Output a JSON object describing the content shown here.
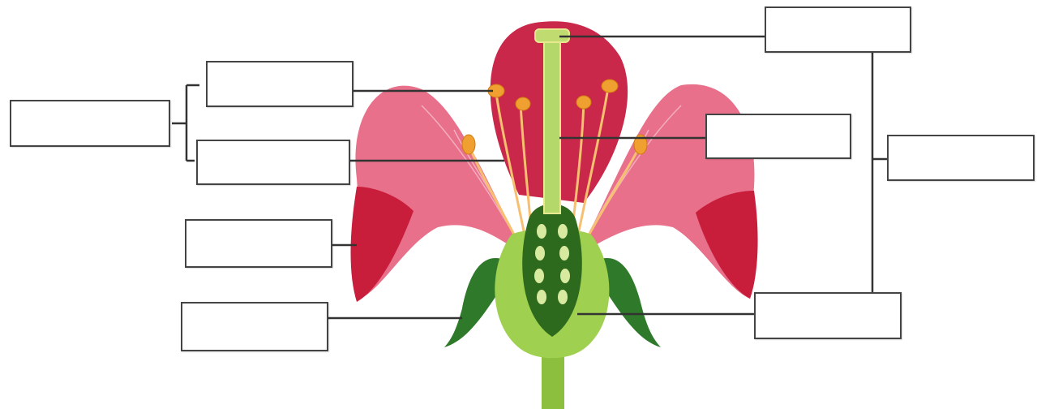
{
  "diagram": {
    "colors": {
      "petal": "#e0607a",
      "petal_dark": "#c81e3c",
      "sepal": "#2f7a2a",
      "stalk": "#8dbf3e",
      "anther": "#f0a030",
      "leader_line": "#333333",
      "box_border": "#444444"
    },
    "label_boxes": [
      {
        "id": "stamen-group",
        "text": ""
      },
      {
        "id": "anther",
        "text": ""
      },
      {
        "id": "filament",
        "text": ""
      },
      {
        "id": "petal",
        "text": ""
      },
      {
        "id": "sepal",
        "text": ""
      },
      {
        "id": "stigma",
        "text": ""
      },
      {
        "id": "style",
        "text": ""
      },
      {
        "id": "pistil-group",
        "text": ""
      },
      {
        "id": "ovary",
        "text": ""
      }
    ]
  }
}
